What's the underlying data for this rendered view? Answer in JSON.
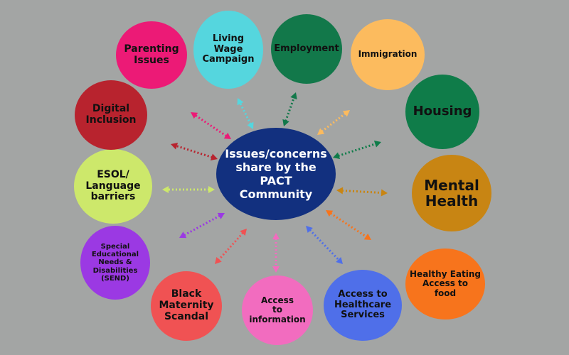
{
  "hub": {
    "label": "Issues/concerns\nshare by the PACT\nCommunity",
    "color": "#12307f"
  },
  "topics": [
    {
      "label": "Parenting\nIssues",
      "color": "#ec1a76"
    },
    {
      "label": "Living\nWage\nCampaign",
      "color": "#55d6de"
    },
    {
      "label": "Employment",
      "color": "#12784a"
    },
    {
      "label": "Immigration",
      "color": "#fcbb5e"
    },
    {
      "label": "Housing",
      "color": "#0f7c49"
    },
    {
      "label": "Mental\nHealth",
      "color": "#c88513"
    },
    {
      "label": "Healthy Eating\nAccess to\nfood",
      "color": "#f7741c"
    },
    {
      "label": "Access to\nHealthcare\nServices",
      "color": "#4f6fe9"
    },
    {
      "label": "Access\nto\ninformation",
      "color": "#f26cbf"
    },
    {
      "label": "Black\nMaternity\nScandal",
      "color": "#f05253"
    },
    {
      "label": "Special\nEducational\nNeeds &\nDisabilities\n(SEND)",
      "color": "#9b39e3"
    },
    {
      "label": "ESOL/\nLanguage\nbarriers",
      "color": "#cde86b"
    },
    {
      "label": "Digital\nInclusion",
      "color": "#b8232e"
    }
  ]
}
